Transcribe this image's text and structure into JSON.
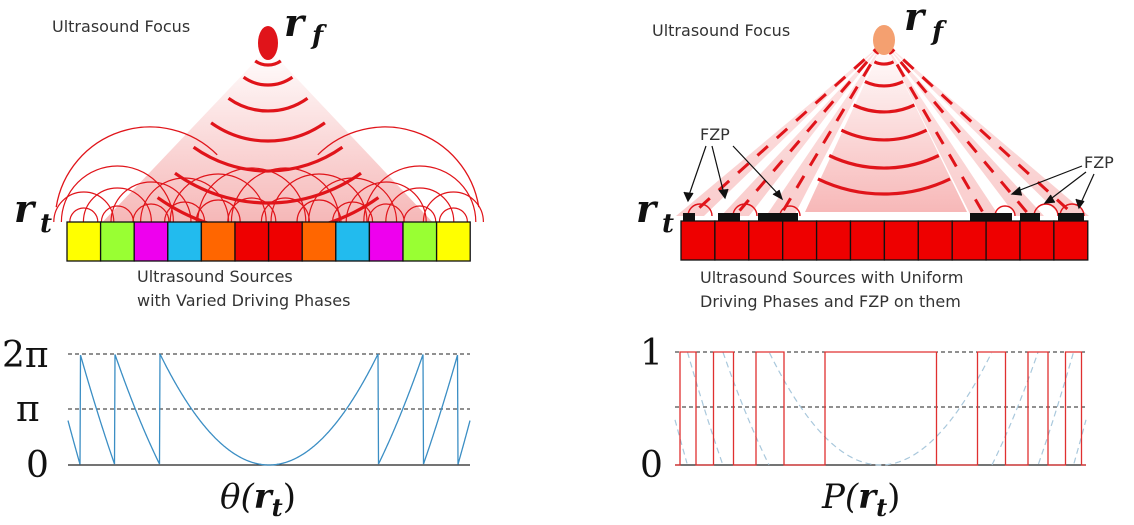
{
  "left_panel": {
    "focus_label": "Ultrasound Focus",
    "focus_symbol": "r",
    "focus_subscript": "f",
    "target_symbol": "r",
    "target_subscript": "t",
    "caption_line1": "Ultrasound Sources",
    "caption_line2": "with Varied Driving Phases",
    "transducer_colors": [
      "#ffff00",
      "#99ff33",
      "#ee00ee",
      "#22bbee",
      "#ff6600",
      "#ee0000",
      "#ee0000",
      "#ff6600",
      "#22bbee",
      "#ee00ee",
      "#99ff33",
      "#ffff00"
    ],
    "focus_color": "#e0141a"
  },
  "right_panel": {
    "focus_label": "Ultrasound Focus",
    "focus_symbol": "r",
    "focus_subscript": "f",
    "target_symbol": "r",
    "target_subscript": "t",
    "fzp_label_left": "FZP",
    "fzp_label_right": "FZP",
    "caption_line1": "Ultrasound Sources with Uniform",
    "caption_line2": "Driving Phases and FZP on them",
    "transducer_color": "#ee0000",
    "focus_color": "#f4a070"
  },
  "left_plot": {
    "y_ticks": [
      "2π",
      "π",
      "0"
    ],
    "x_label_func": "θ(",
    "x_label_var": "r",
    "x_label_sub": "t",
    "x_label_close": ")",
    "line_color": "#3b8ec4"
  },
  "right_plot": {
    "y_ticks": [
      "1",
      "0"
    ],
    "x_label_func": "P(",
    "x_label_var": "r",
    "x_label_sub": "t",
    "x_label_close": ")",
    "line_color": "#e03030",
    "dashed_color": "#a9c8dc"
  }
}
